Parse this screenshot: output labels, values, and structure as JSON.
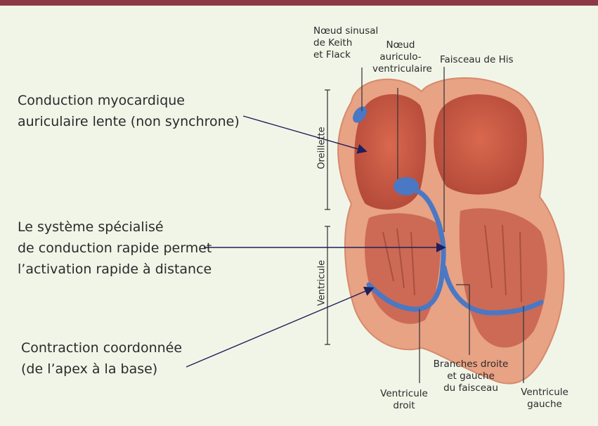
{
  "colors": {
    "top_bar": "#8e3a46",
    "background": "#f1f5e8",
    "heart_outer": "#e8a284",
    "heart_chamber": "#c45a44",
    "conduction_system": "#4a78c4",
    "arrows": "#1f1f5a"
  },
  "labels": {
    "left": {
      "myocardial": [
        "Conduction myocardique",
        "auriculaire lente (non synchrone)"
      ],
      "specialized": [
        "Le système spécialisé",
        "de conduction rapide permet",
        "l’activation rapide à distance"
      ],
      "contraction": [
        "Contraction coordonnée",
        "(de l’apex à la base)"
      ]
    },
    "top": {
      "sinus_node": [
        "Nœud sinusal",
        "de Keith",
        "et Flack"
      ],
      "av_node": [
        "Nœud",
        "auriculo-",
        "ventriculaire"
      ],
      "his_bundle": "Faisceau de His"
    },
    "bottom": {
      "right_ventricle": [
        "Ventricule",
        "droit"
      ],
      "bundle_branches": [
        "Branches droite",
        "et gauche",
        "du faisceau"
      ],
      "left_ventricle": [
        "Ventricule",
        "gauche"
      ]
    },
    "side": {
      "atrium": "Oreillette",
      "ventricle": "Ventricule"
    }
  }
}
